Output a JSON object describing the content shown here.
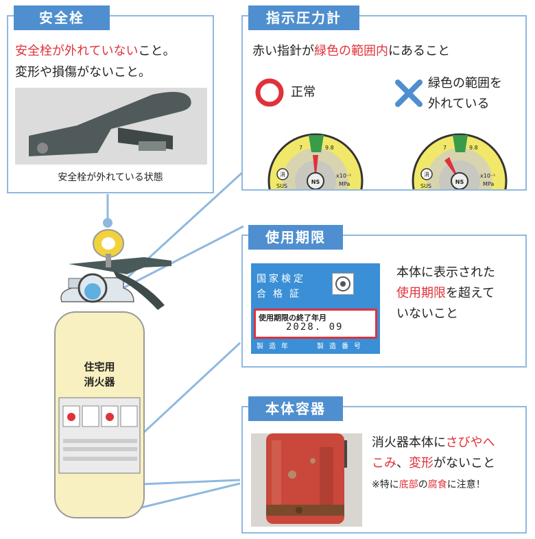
{
  "safety_pin": {
    "tab": "安全栓",
    "line1_red": "安全栓が外れていない",
    "line1_rest": "こと。",
    "line2": "変形や損傷がないこと。",
    "caption": "安全栓が外れている状態"
  },
  "pressure_gauge": {
    "tab": "指示圧力計",
    "desc_pre": "赤い指針が",
    "desc_red": "緑色の範囲内",
    "desc_post": "にあること",
    "ok_label": "正常",
    "ng_line1": "緑色の範囲を",
    "ng_line2": "外れている",
    "gauge_marks": {
      "left": "7",
      "right": "9.8",
      "unit": "MPa",
      "unit_top": "x10⁻¹",
      "stamp": "消",
      "sus": "SUS",
      "brand": "NS"
    }
  },
  "expiry": {
    "tab": "使用期限",
    "label_line1": "国家検定",
    "label_line2": "合格証",
    "label_expiry_title": "使用期限の終了年月",
    "label_expiry_date": "2028. 09",
    "label_bottom_left": "製造年",
    "label_bottom_right": "製造番号",
    "desc_line1": "本体に表示された",
    "desc_line2_red": "使用期限",
    "desc_line2_rest": "を超えて",
    "desc_line3": "いないこと"
  },
  "body_container": {
    "tab": "本体容器",
    "line1_pre": "消火器本体に",
    "line1_red": "さびやへ",
    "line2_red1": "こみ",
    "line2_mid": "、",
    "line2_red2": "変形",
    "line2_rest": "がないこと",
    "note_pre": "※特に",
    "note_red1": "底部",
    "note_mid": "の",
    "note_red2": "腐食",
    "note_post": "に注意！"
  },
  "extinguisher": {
    "label_line1": "住宅用",
    "label_line2": "消火器"
  },
  "colors": {
    "tab_blue": "#4f8fcf",
    "border_blue": "#8fb8df",
    "accent_red": "#e0323a",
    "gauge_green": "#3a9b4a",
    "gauge_yellow": "#f1e86a",
    "body_cream": "#f8f0c0"
  }
}
